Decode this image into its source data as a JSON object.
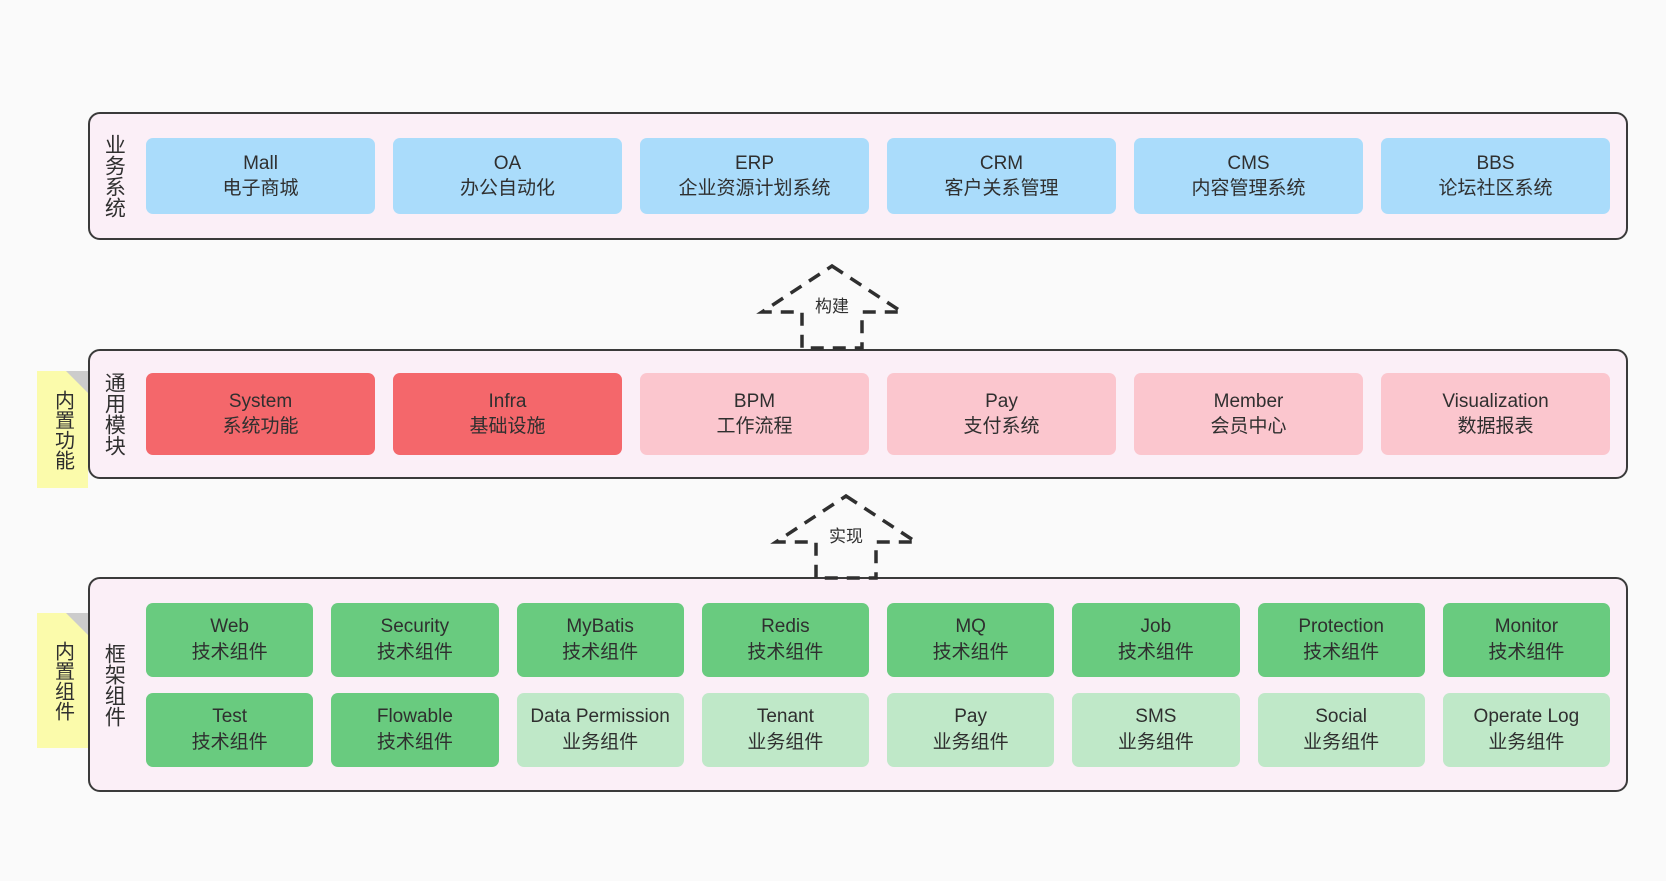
{
  "diagram": {
    "background_color": "#fafafa",
    "layer_fill": "#fbeff7",
    "layer_border": "#3a3a3a",
    "note_fill": "#fbfbab",
    "note_fold": "#cccccc"
  },
  "layers": [
    {
      "id": "business",
      "title": "业务系统",
      "note": null,
      "rows": [
        {
          "nodes": [
            {
              "name": "Mall",
              "sub": "电子商城",
              "color": "#aadcfb",
              "palette": "c-blue"
            },
            {
              "name": "OA",
              "sub": "办公自动化",
              "color": "#aadcfb",
              "palette": "c-blue"
            },
            {
              "name": "ERP",
              "sub": "企业资源计划系统",
              "color": "#aadcfb",
              "palette": "c-blue"
            },
            {
              "name": "CRM",
              "sub": "客户关系管理",
              "color": "#aadcfb",
              "palette": "c-blue"
            },
            {
              "name": "CMS",
              "sub": "内容管理系统",
              "color": "#aadcfb",
              "palette": "c-blue"
            },
            {
              "name": "BBS",
              "sub": "论坛社区系统",
              "color": "#aadcfb",
              "palette": "c-blue"
            }
          ]
        }
      ]
    },
    {
      "id": "common-module",
      "title": "通用模块",
      "note": "内置功能",
      "rows": [
        {
          "nodes": [
            {
              "name": "System",
              "sub": "系统功能",
              "color": "#f4676b",
              "palette": "c-red"
            },
            {
              "name": "Infra",
              "sub": "基础设施",
              "color": "#f4676b",
              "palette": "c-red"
            },
            {
              "name": "BPM",
              "sub": "工作流程",
              "color": "#fbc6ce",
              "palette": "c-pink"
            },
            {
              "name": "Pay",
              "sub": "支付系统",
              "color": "#fbc6ce",
              "palette": "c-pink"
            },
            {
              "name": "Member",
              "sub": "会员中心",
              "color": "#fbc6ce",
              "palette": "c-pink"
            },
            {
              "name": "Visualization",
              "sub": "数据报表",
              "color": "#fbc6ce",
              "palette": "c-pink"
            }
          ]
        }
      ]
    },
    {
      "id": "framework-component",
      "title": "框架组件",
      "note": "内置组件",
      "rows": [
        {
          "nodes": [
            {
              "name": "Web",
              "sub": "技术组件",
              "color": "#69cb7f",
              "palette": "c-green"
            },
            {
              "name": "Security",
              "sub": "技术组件",
              "color": "#69cb7f",
              "palette": "c-green"
            },
            {
              "name": "MyBatis",
              "sub": "技术组件",
              "color": "#69cb7f",
              "palette": "c-green"
            },
            {
              "name": "Redis",
              "sub": "技术组件",
              "color": "#69cb7f",
              "palette": "c-green"
            },
            {
              "name": "MQ",
              "sub": "技术组件",
              "color": "#69cb7f",
              "palette": "c-green"
            },
            {
              "name": "Job",
              "sub": "技术组件",
              "color": "#69cb7f",
              "palette": "c-green"
            },
            {
              "name": "Protection",
              "sub": "技术组件",
              "color": "#69cb7f",
              "palette": "c-green"
            },
            {
              "name": "Monitor",
              "sub": "技术组件",
              "color": "#69cb7f",
              "palette": "c-green"
            }
          ]
        },
        {
          "nodes": [
            {
              "name": "Test",
              "sub": "技术组件",
              "color": "#69cb7f",
              "palette": "c-green"
            },
            {
              "name": "Flowable",
              "sub": "技术组件",
              "color": "#69cb7f",
              "palette": "c-green"
            },
            {
              "name": "Data Permission",
              "sub": "业务组件",
              "color": "#bfe8c8",
              "palette": "c-lightgreen"
            },
            {
              "name": "Tenant",
              "sub": "业务组件",
              "color": "#bfe8c8",
              "palette": "c-lightgreen"
            },
            {
              "name": "Pay",
              "sub": "业务组件",
              "color": "#bfe8c8",
              "palette": "c-lightgreen"
            },
            {
              "name": "SMS",
              "sub": "业务组件",
              "color": "#bfe8c8",
              "palette": "c-lightgreen"
            },
            {
              "name": "Social",
              "sub": "业务组件",
              "color": "#bfe8c8",
              "palette": "c-lightgreen"
            },
            {
              "name": "Operate Log",
              "sub": "业务组件",
              "color": "#bfe8c8",
              "palette": "c-lightgreen"
            }
          ]
        }
      ]
    }
  ],
  "arrows": [
    {
      "id": "build",
      "label": "构建",
      "style": "dashed-hollow-up"
    },
    {
      "id": "implement",
      "label": "实现",
      "style": "dashed-hollow-up"
    }
  ]
}
